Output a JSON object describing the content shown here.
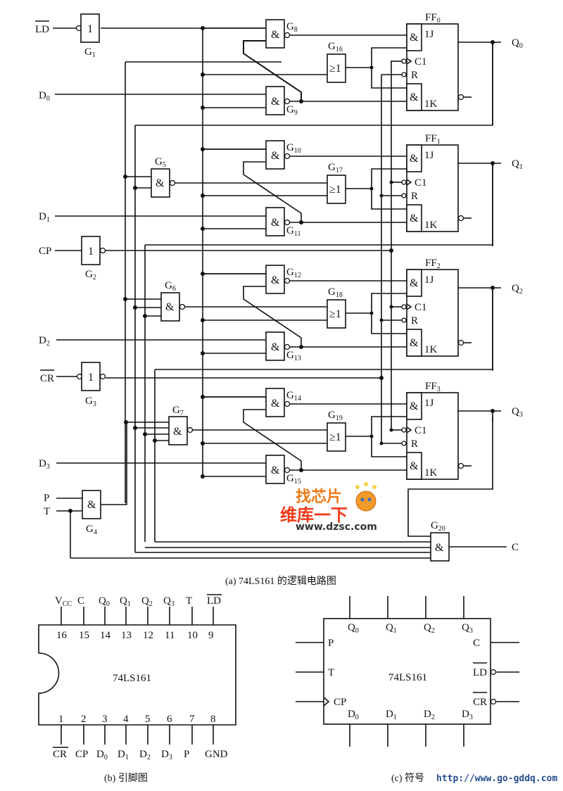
{
  "figure_a": {
    "caption": "(a) 74LS161 的逻辑电路图",
    "inputs": {
      "ld": "LD",
      "d0": "D",
      "d1": "D",
      "d2": "D",
      "d3": "D",
      "cp": "CP",
      "cr": "CR",
      "p": "P",
      "t": "T"
    },
    "input_subs": {
      "d0": "0",
      "d1": "1",
      "d2": "2",
      "d3": "3"
    },
    "outputs": {
      "q0": "Q",
      "q1": "Q",
      "q2": "Q",
      "q3": "Q",
      "c": "C"
    },
    "output_subs": {
      "q0": "0",
      "q1": "1",
      "q2": "2",
      "q3": "3"
    },
    "gate_prefix": "G",
    "gates": {
      "g1": "1",
      "g2": "2",
      "g3": "3",
      "g4": "4",
      "g5": "5",
      "g6": "6",
      "g7": "7",
      "g8": "8",
      "g9": "9",
      "g10": "10",
      "g11": "11",
      "g12": "12",
      "g13": "13",
      "g14": "14",
      "g15": "15",
      "g16": "16",
      "g17": "17",
      "g18": "18",
      "g19": "19",
      "g20": "20"
    },
    "gate_symbols": {
      "not": "1",
      "and": "&",
      "or": "≥1"
    },
    "ff_prefix": "FF",
    "flip_flops": [
      "0",
      "1",
      "2",
      "3"
    ],
    "ff_pins": {
      "j": "1J",
      "k": "1K",
      "clk": "C1",
      "reset": "R"
    },
    "watermark": {
      "line1": "找芯片",
      "line2": "维库一下",
      "line3": "www.dzsc.com"
    }
  },
  "figure_b": {
    "caption": "(b) 引脚图",
    "chip_name": "74LS161",
    "top_pins": [
      {
        "num": "16",
        "name": "V",
        "sub": "CC"
      },
      {
        "num": "15",
        "name": "C",
        "sub": ""
      },
      {
        "num": "14",
        "name": "Q",
        "sub": "0"
      },
      {
        "num": "13",
        "name": "Q",
        "sub": "1"
      },
      {
        "num": "12",
        "name": "Q",
        "sub": "2"
      },
      {
        "num": "11",
        "name": "Q",
        "sub": "3"
      },
      {
        "num": "10",
        "name": "T",
        "sub": ""
      },
      {
        "num": "9",
        "name": "LD",
        "sub": "",
        "overline": true
      }
    ],
    "bottom_pins": [
      {
        "num": "1",
        "name": "CR",
        "sub": "",
        "overline": true
      },
      {
        "num": "2",
        "name": "CP",
        "sub": ""
      },
      {
        "num": "3",
        "name": "D",
        "sub": "0"
      },
      {
        "num": "4",
        "name": "D",
        "sub": "1"
      },
      {
        "num": "5",
        "name": "D",
        "sub": "2"
      },
      {
        "num": "6",
        "name": "D",
        "sub": "3"
      },
      {
        "num": "7",
        "name": "P",
        "sub": ""
      },
      {
        "num": "8",
        "name": "GND",
        "sub": ""
      }
    ]
  },
  "figure_c": {
    "caption": "(c) 符号",
    "chip_name": "74LS161",
    "top": [
      {
        "name": "Q",
        "sub": "0"
      },
      {
        "name": "Q",
        "sub": "1"
      },
      {
        "name": "Q",
        "sub": "2"
      },
      {
        "name": "Q",
        "sub": "3"
      }
    ],
    "bottom": [
      {
        "name": "D",
        "sub": "0"
      },
      {
        "name": "D",
        "sub": "1"
      },
      {
        "name": "D",
        "sub": "2"
      },
      {
        "name": "D",
        "sub": "3"
      }
    ],
    "left": [
      "P",
      "T",
      "CP"
    ],
    "right": [
      "C",
      "LD",
      "CR"
    ]
  },
  "footer_url": "http://www.go-gddq.com"
}
